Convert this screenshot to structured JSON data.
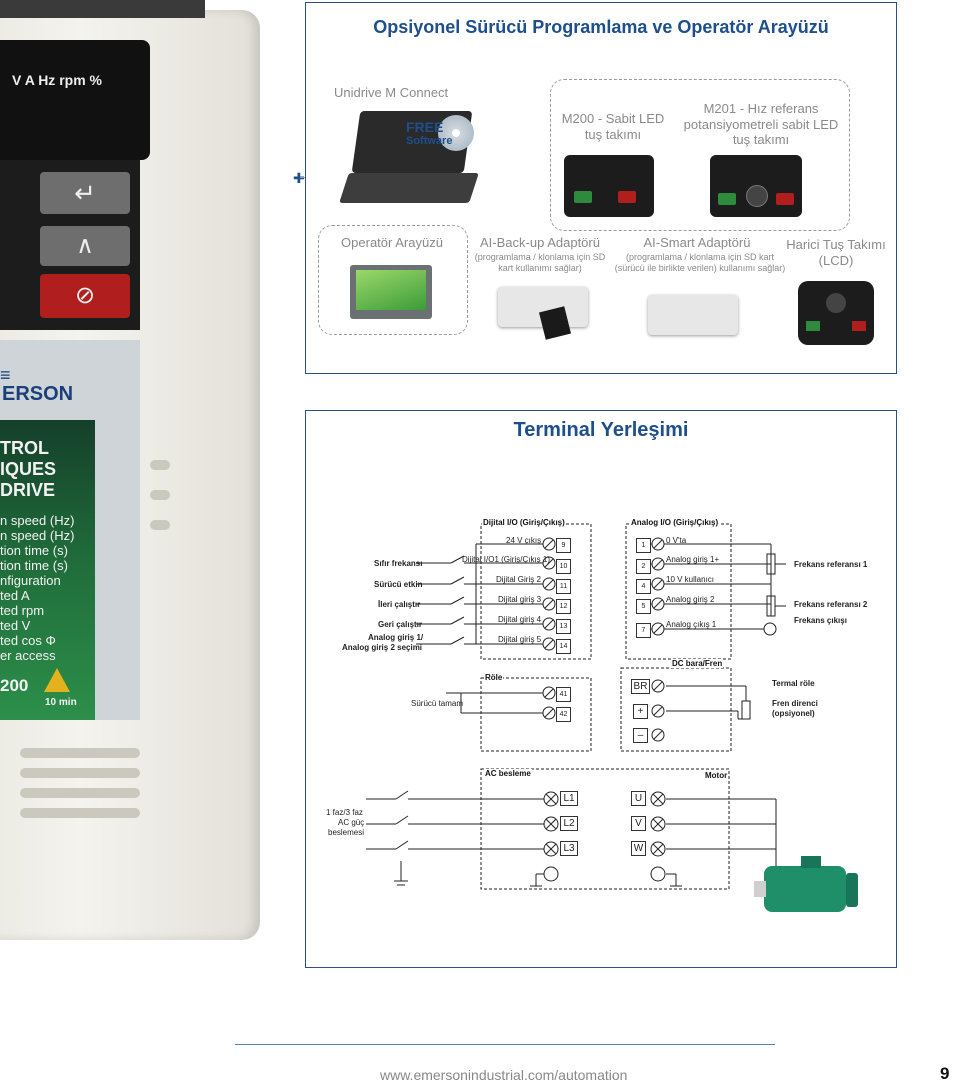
{
  "product": {
    "display_units": "V  A  Hz rpm %",
    "brand": "ERSON",
    "panel_lines": [
      "TROL",
      "IQUES",
      "DRIVE"
    ],
    "params": [
      "n speed (Hz)",
      "n speed (Hz)",
      "tion time (s)",
      "tion time (s)",
      "nfiguration",
      "ted A",
      "ted rpm",
      "ted V",
      "ted cos Φ",
      "er access"
    ],
    "model_suffix": "200",
    "warning_time": "10 min"
  },
  "options": {
    "title": "Opsiyonel Sürücü Programlama ve Operatör Arayüzü",
    "connect_label": "Unidrive M Connect",
    "free_software": [
      "FREE",
      "Software"
    ],
    "m200_label": "M200 - Sabit LED tuş takımı",
    "m201_label": "M201 - Hız referans potansiyometreli sabit LED tuş takımı",
    "operator_label": "Operatör Arayüzü",
    "backup_title": "AI-Back-up Adaptörü",
    "backup_desc": "(programlama / klonlama için SD kart kullanımı sağlar)",
    "smart_title": "AI-Smart Adaptörü",
    "smart_desc": "(programlama / klonlama için SD kart (sürücü ile birlikte verilen) kullanımı sağlar)",
    "lcd_label": "Harici Tuş Takımı (LCD)"
  },
  "terminal": {
    "title": "Terminal Yerleşimi",
    "digital_section": "Dijital I/O (Giriş/Çıkış)",
    "analog_section": "Analog I/O (Giriş/Çıkış)",
    "relay_section": "Röle",
    "dcbus_section": "DC bara/Fren",
    "ac_section": "AC besleme",
    "motor_section": "Motor",
    "left_labels": [
      "Sıfır frekansı",
      "Sürücü etkin",
      "İleri çalıştır",
      "Geri çalıştır",
      "Analog giriş 1/",
      "Analog giriş 2 seçimi"
    ],
    "digital_labels": [
      "24 V çıkış",
      "Dijital I/O1 (Giriş/Çıkış 1)",
      "Dijital Giriş 2",
      "Dijital giriş 3",
      "Dijital giriş 4",
      "Dijital giriş 5"
    ],
    "digital_terms": [
      "9",
      "10",
      "11",
      "12",
      "13",
      "14"
    ],
    "analog_terms": [
      "1",
      "2",
      "4",
      "5",
      "7"
    ],
    "analog_labels": [
      "0 V'ta",
      "Analog giriş 1+",
      "10 V kullanıcı",
      "Analog giriş 2",
      "Analog çıkış 1"
    ],
    "right_labels": [
      "Frekans referansı 1",
      "Frekans referansı 2",
      "Frekans çıkışı"
    ],
    "relay_label": "Sürücü tamam",
    "relay_terms": [
      "41",
      "42"
    ],
    "dc_terms": [
      "BR",
      "+",
      "–"
    ],
    "thermal_label": "Termal röle",
    "brake_label": "Fren direnci (opsiyonel)",
    "supply_label": [
      "1 faz/3 faz",
      "AC güç",
      "beslemesi"
    ],
    "line_terms": [
      "L1",
      "L2",
      "L3"
    ],
    "motor_terms": [
      "U",
      "V",
      "W"
    ]
  },
  "footer": {
    "url": "www.emersonindustrial.com/automation",
    "page": "9"
  },
  "colors": {
    "accent": "#1e4f8c",
    "green": "#2c8f4a",
    "border": "#2b4f8a"
  }
}
